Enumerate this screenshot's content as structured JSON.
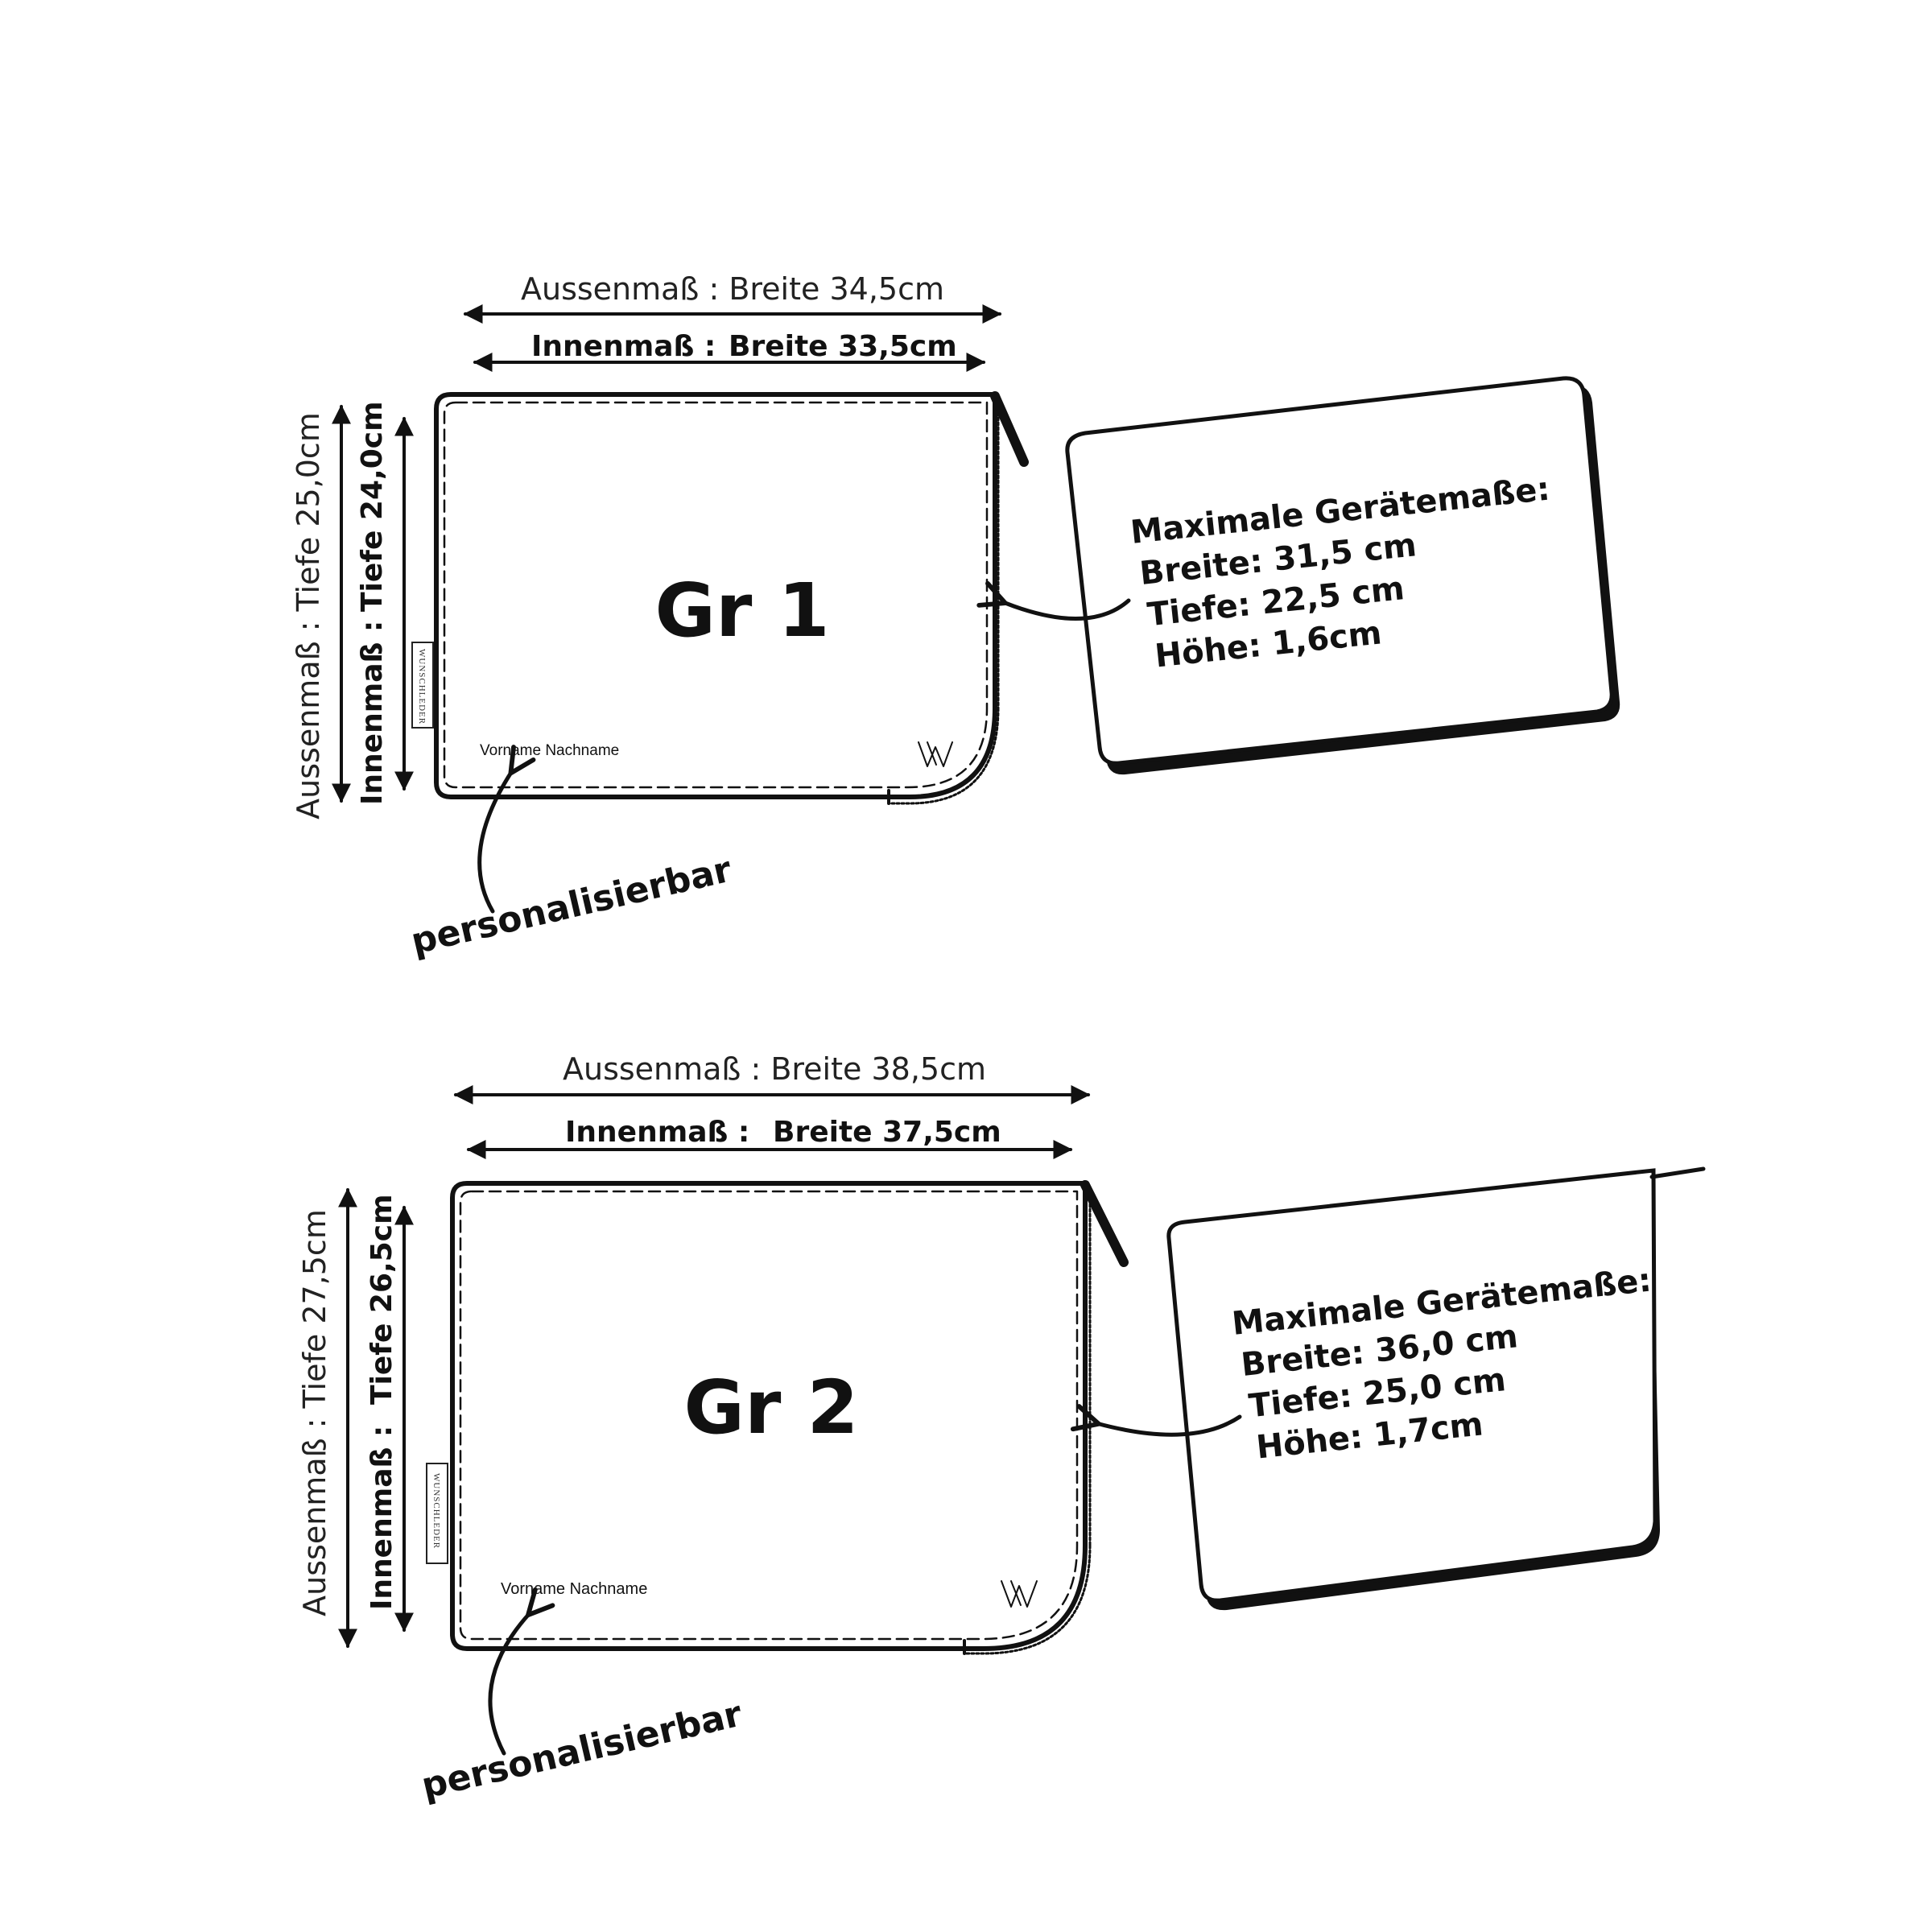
{
  "sizes": [
    {
      "title": "Gr 1",
      "outer_width": "Aussenmaß : Breite 34,5cm",
      "inner_width_label": "Innenmaß :",
      "inner_width_value": "Breite 33,5cm",
      "outer_depth": "Aussenmaß : Tiefe 25,0cm",
      "inner_depth_label": "Innenmaß :",
      "inner_depth_value": "Tiefe 24,0cm",
      "name_placeholder": "Vorname Nachname",
      "brand_tag": "WUNSCHLEDER",
      "personalize": "personalisierbar",
      "device": {
        "heading": "Maximale Gerätemaße:",
        "width": "Breite: 31,5 cm",
        "depth": "Tiefe: 22,5 cm",
        "height": "Höhe: 1,6cm"
      }
    },
    {
      "title": "Gr 2",
      "outer_width": "Aussenmaß : Breite 38,5cm",
      "inner_width_label": "Innenmaß :",
      "inner_width_value": "Breite 37,5cm",
      "outer_depth": "Aussenmaß : Tiefe 27,5cm",
      "inner_depth_label": "Innenmaß :",
      "inner_depth_value": "Tiefe 26,5cm",
      "name_placeholder": "Vorname Nachname",
      "brand_tag": "WUNSCHLEDER",
      "personalize": "personalisierbar",
      "device": {
        "heading": "Maximale Gerätemaße:",
        "width": "Breite: 36,0 cm",
        "depth": "Tiefe: 25,0 cm",
        "height": "Höhe: 1,7cm"
      }
    }
  ]
}
